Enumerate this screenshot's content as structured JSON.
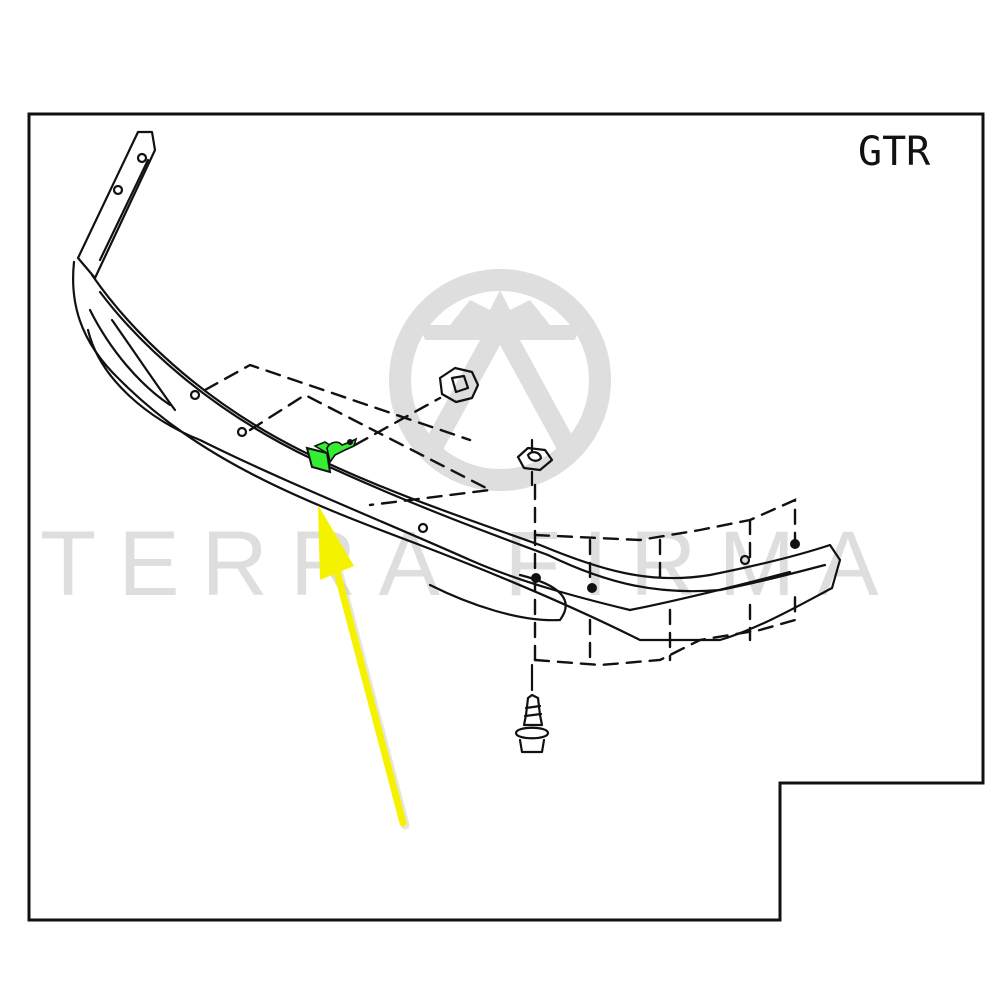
{
  "diagram": {
    "type": "exploded parts diagram",
    "subject": "front bumper reinforcement / bumper cover assembly",
    "variant_label": "GTR",
    "highlighted_part": {
      "name": "clip",
      "highlight_color": "#33ee33",
      "pointer_color": "#f5f200"
    },
    "parts": [
      {
        "id": "bumper",
        "name": "bumper"
      },
      {
        "id": "clip",
        "name": "clip (highlighted)"
      },
      {
        "id": "nut",
        "name": "nut"
      },
      {
        "id": "clip-nut",
        "name": "clip nut"
      },
      {
        "id": "screw",
        "name": "screw"
      }
    ]
  },
  "watermark": {
    "logo": "terra-firma-logo",
    "text": "TERRA FIRMA",
    "color": "#dedede"
  },
  "colors": {
    "line": "#111111",
    "background": "#ffffff"
  }
}
